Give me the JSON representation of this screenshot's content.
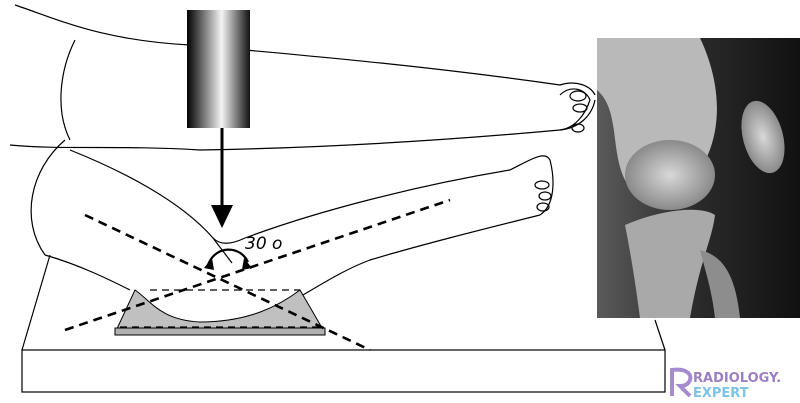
{
  "diagram": {
    "angle_label": "30 o"
  },
  "logo": {
    "line1": "RADIOLOGY.",
    "line2": "EXPERT",
    "color1": "#9b7fc4",
    "color2": "#7cc3e6"
  }
}
